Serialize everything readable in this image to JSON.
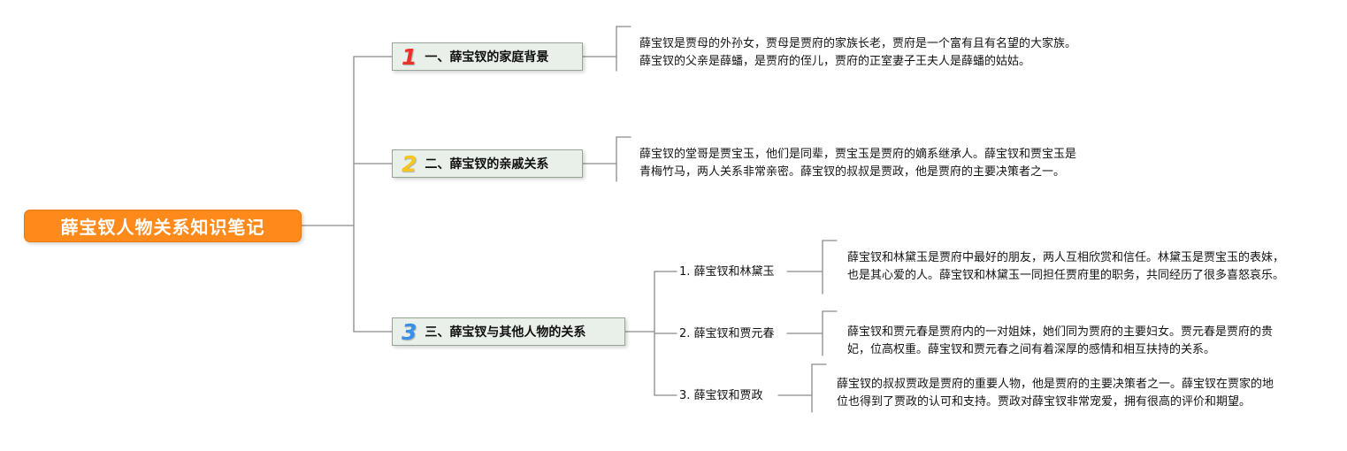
{
  "meta": {
    "title": "薛宝钗人物关系知识笔记 mind map",
    "colors": {
      "root_bg": "#ff8a1c",
      "root_text": "#ffffff",
      "branch_bg": "#e9efe9",
      "branch_border": "#97a597",
      "connector": "#8a8a8a",
      "number_1": "#e8332a",
      "number_2": "#f7c520",
      "number_3": "#3a8fe8"
    }
  },
  "root": {
    "label": "薛宝钗人物关系知识笔记"
  },
  "branches": [
    {
      "number": "1",
      "number_color": "#e8332a",
      "label": "一、薛宝钗的家庭背景",
      "detail": "薛宝钗是贾母的外孙女，贾母是贾府的家族长老，贾府是一个富有且有名望的大家族。薛宝钗的父亲是薛蟠，是贾府的侄儿，贾府的正室妻子王夫人是薛蟠的姑姑。"
    },
    {
      "number": "2",
      "number_color": "#f7c520",
      "label": "二、薛宝钗的亲戚关系",
      "detail": "薛宝钗的堂哥是贾宝玉，他们是同辈，贾宝玉是贾府的嫡系继承人。薛宝钗和贾宝玉是青梅竹马，两人关系非常亲密。薛宝钗的叔叔是贾政，他是贾府的主要决策者之一。"
    },
    {
      "number": "3",
      "number_color": "#3a8fe8",
      "label": "三、薛宝钗与其他人物的关系",
      "children": [
        {
          "label": "1. 薛宝钗和林黛玉",
          "detail": "薛宝钗和林黛玉是贾府中最好的朋友，两人互相欣赏和信任。林黛玉是贾宝玉的表妹，也是其心爱的人。薛宝钗和林黛玉一同担任贾府里的职务，共同经历了很多喜怒哀乐。"
        },
        {
          "label": "2. 薛宝钗和贾元春",
          "detail": "薛宝钗和贾元春是贾府内的一对姐妹，她们同为贾府的主要妇女。贾元春是贾府的贵妃，位高权重。薛宝钗和贾元春之间有着深厚的感情和相互扶持的关系。"
        },
        {
          "label": "3. 薛宝钗和贾政",
          "detail": "薛宝钗的叔叔贾政是贾府的重要人物，他是贾府的主要决策者之一。薛宝钗在贾家的地位也得到了贾政的认可和支持。贾政对薛宝钗非常宠爱，拥有很高的评价和期望。"
        }
      ]
    }
  ]
}
